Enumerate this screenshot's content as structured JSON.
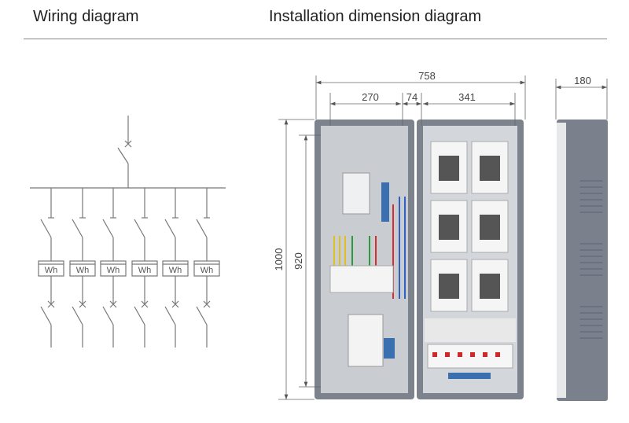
{
  "header": {
    "wiring_title": "Wiring diagram",
    "installation_title": "Installation dimension diagram"
  },
  "wiring": {
    "meter_label": "Wh",
    "branch_count": 6
  },
  "dimensions": {
    "total_width": "758",
    "left_section": "270",
    "gap": "74",
    "right_section": "341",
    "depth": "180",
    "total_height": "1000",
    "inner_height": "920"
  },
  "colors": {
    "cabinet": "#8a909a",
    "line": "#777777"
  }
}
